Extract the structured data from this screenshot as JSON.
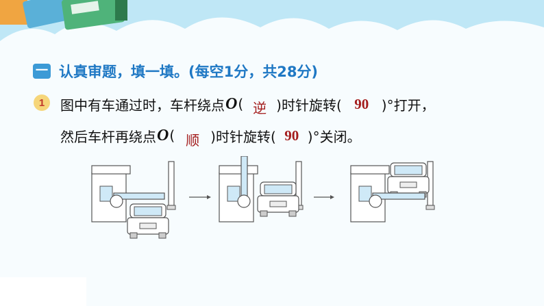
{
  "section": {
    "badge": "一",
    "title": "认真审题，填一填。(每空1分，共28分)"
  },
  "question": {
    "number": "1",
    "line1_before": "图中有车通过时，车杆绕点",
    "point": "O",
    "line1_open": "(",
    "answer1": "逆",
    "line1_middle": ")时针旋转(",
    "answer2": "90",
    "line1_after": ")°打开，",
    "line2_before": "然后车杆再绕点",
    "line2_open": "(",
    "answer3": "顺",
    "line2_middle": ")时针旋转(",
    "answer4": "90",
    "line2_after": ")°关闭。"
  },
  "diagram": {
    "panels": [
      "barrier-closed-car-waiting",
      "barrier-open-car-passing",
      "barrier-closed-car-passed"
    ],
    "arrows": 2
  },
  "colors": {
    "accent_blue": "#1f78c4",
    "answer_red": "#a31c1c",
    "badge_yellow": "#f6d67a",
    "sky": "#bfe7f6"
  }
}
